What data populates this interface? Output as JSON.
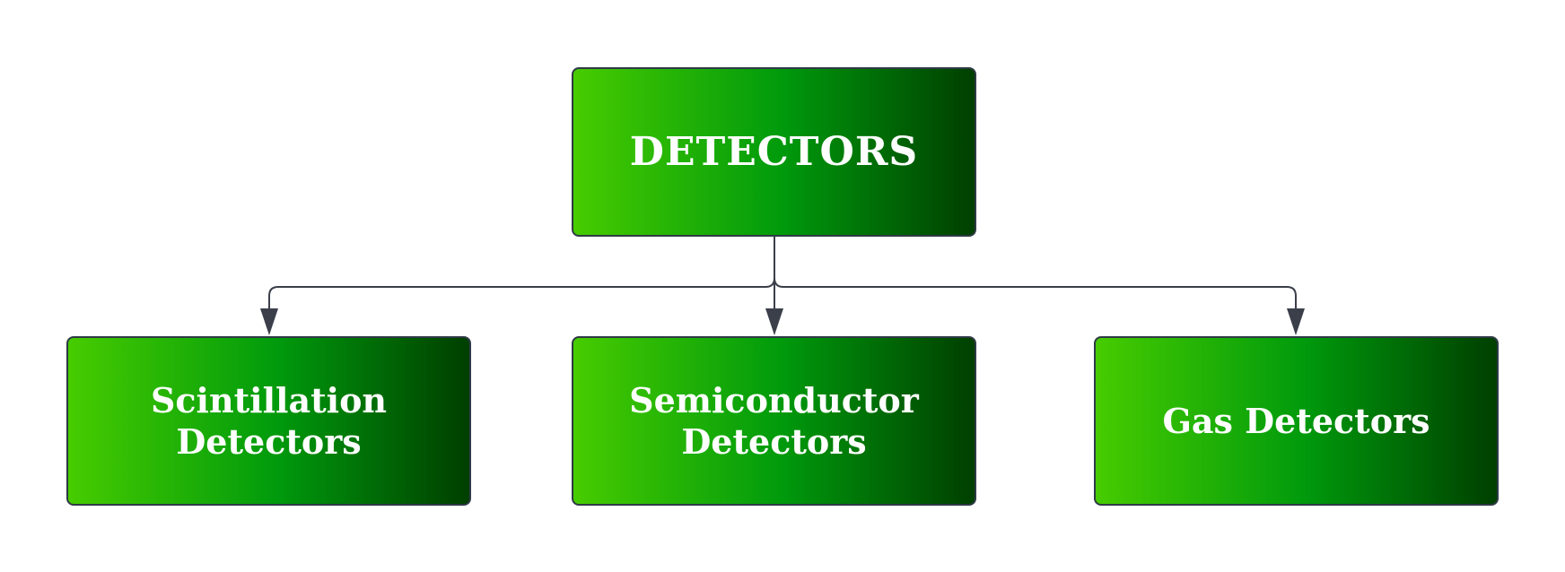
{
  "diagram": {
    "root": {
      "label": "DETECTORS"
    },
    "children": [
      {
        "lines": [
          "Scintillation",
          "Detectors"
        ]
      },
      {
        "lines": [
          "Semiconductor",
          "Detectors"
        ]
      },
      {
        "lines": [
          "Gas Detectors"
        ]
      }
    ],
    "colors": {
      "gradient_start": "#47cc00",
      "gradient_mid": "#009a0c",
      "gradient_end": "#003f00",
      "border": "#2f3a45",
      "connector": "#3a3f4a",
      "text": "#ffffff"
    }
  }
}
